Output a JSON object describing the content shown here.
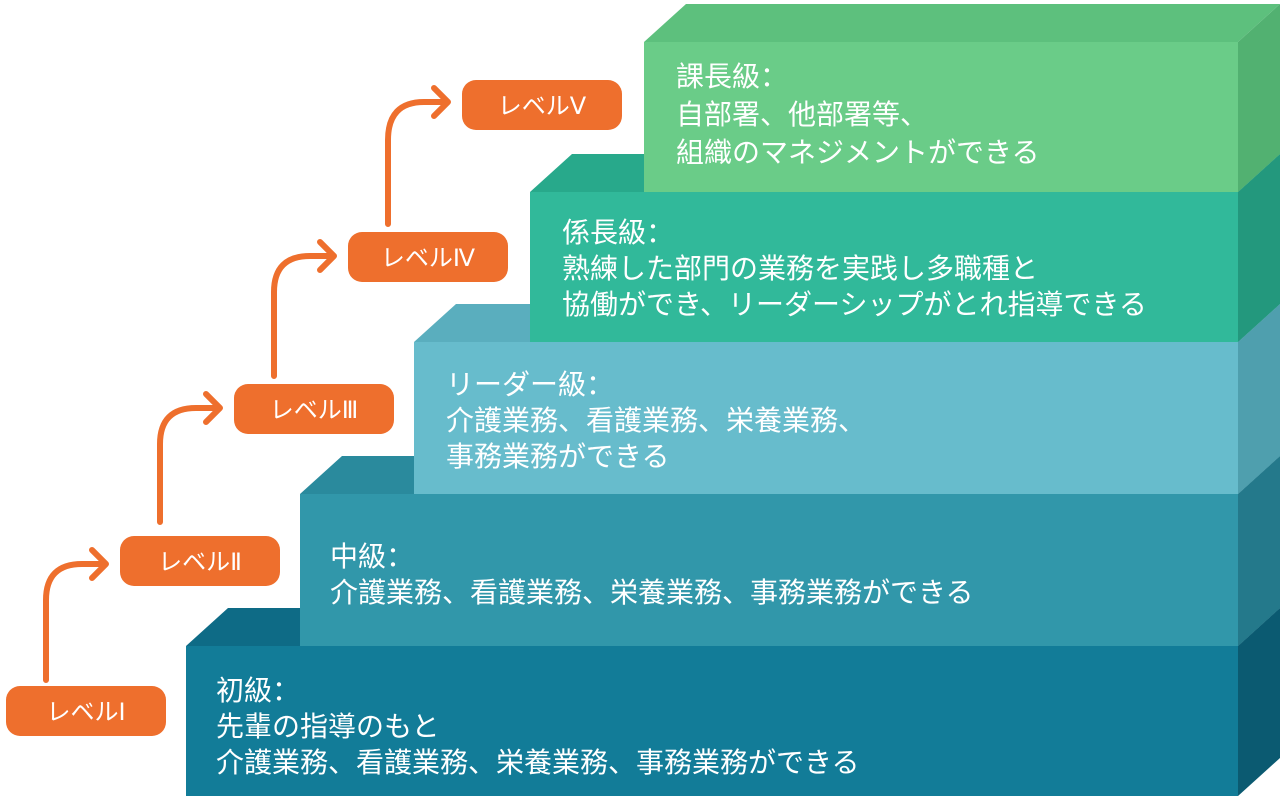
{
  "levels": [
    {
      "label": "レベルⅠ",
      "lines": [
        "初級：",
        "先輩の指導のもと",
        "介護業務、看護業務、栄養業務、事務業務ができる"
      ]
    },
    {
      "label": "レベルⅡ",
      "lines": [
        "中級：",
        "介護業務、看護業務、栄養業務、事務業務ができる"
      ]
    },
    {
      "label": "レベルⅢ",
      "lines": [
        "リーダー級：",
        "介護業務、看護業務、栄養業務、",
        "事務業務ができる"
      ]
    },
    {
      "label": "レベルⅣ",
      "lines": [
        "係長級：",
        "熟練した部門の業務を実践し多職種と",
        "協働ができ、リーダーシップがとれ指導できる"
      ]
    },
    {
      "label": "レベルⅤ",
      "lines": [
        "課長級：",
        "自部署、他部署等、",
        "組織のマネジメントができる"
      ]
    }
  ],
  "colors": {
    "pill": "#ee6f2d",
    "arrow": "#ee6f2d",
    "level1": "#127c98",
    "level2": "#3197aa",
    "level3": "#67bccc",
    "level4": "#31b99a",
    "level5": "#6acc88"
  }
}
